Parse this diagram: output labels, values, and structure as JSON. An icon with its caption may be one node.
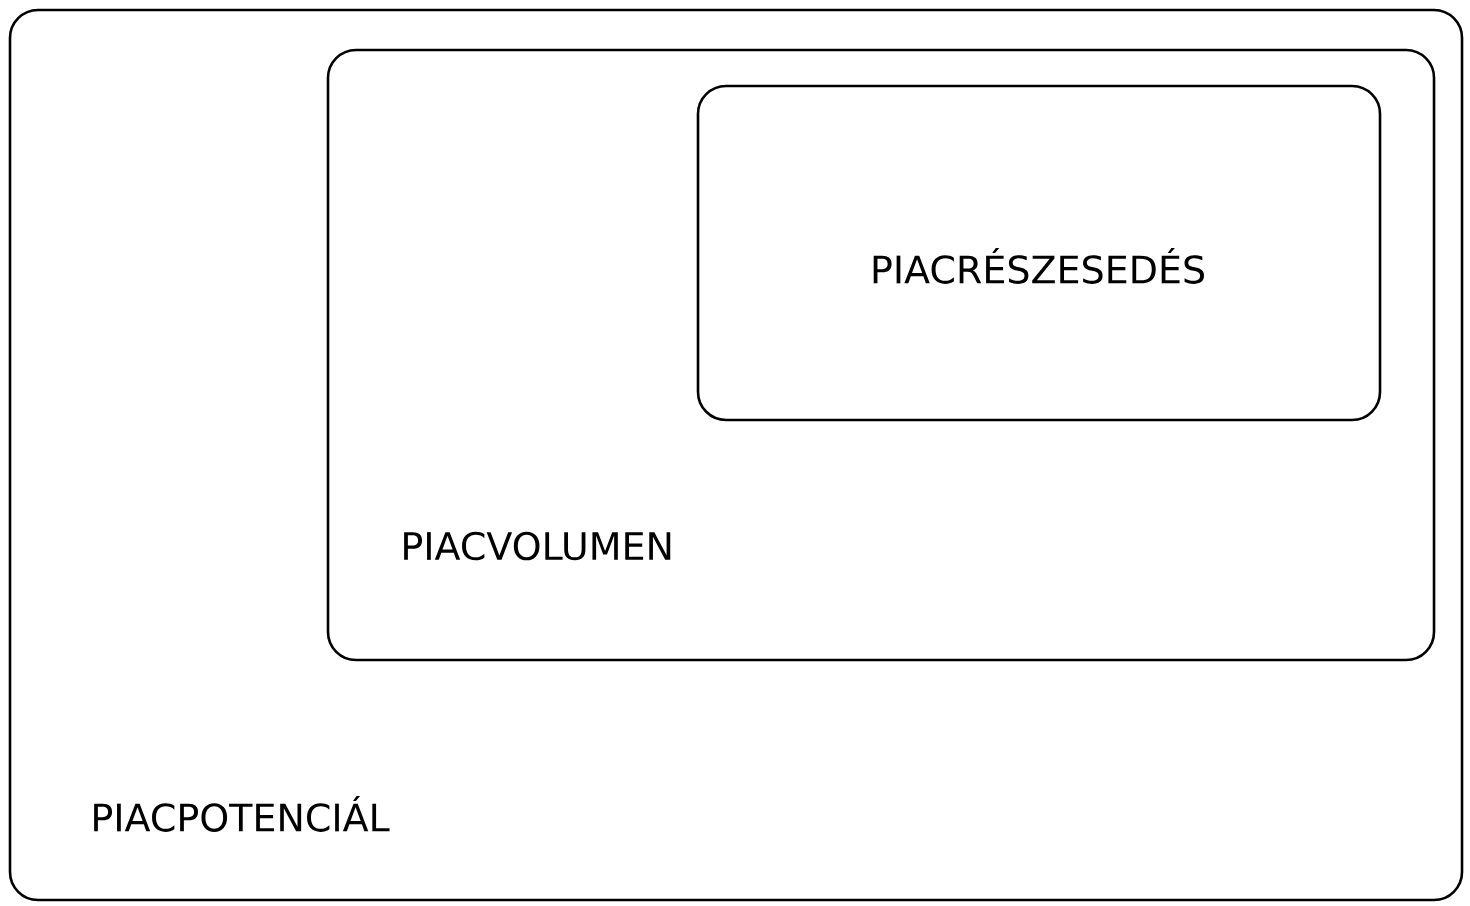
{
  "diagram": {
    "nodes": [
      {
        "text": [
          "PIACPOTENCIÁL"
        ]
      },
      {
        "text": [
          "PIACVOLUMEN"
        ],
        "in": 0
      },
      {
        "text": [
          "PIACRÉSZESEDÉS"
        ],
        "in": 1
      }
    ]
  }
}
